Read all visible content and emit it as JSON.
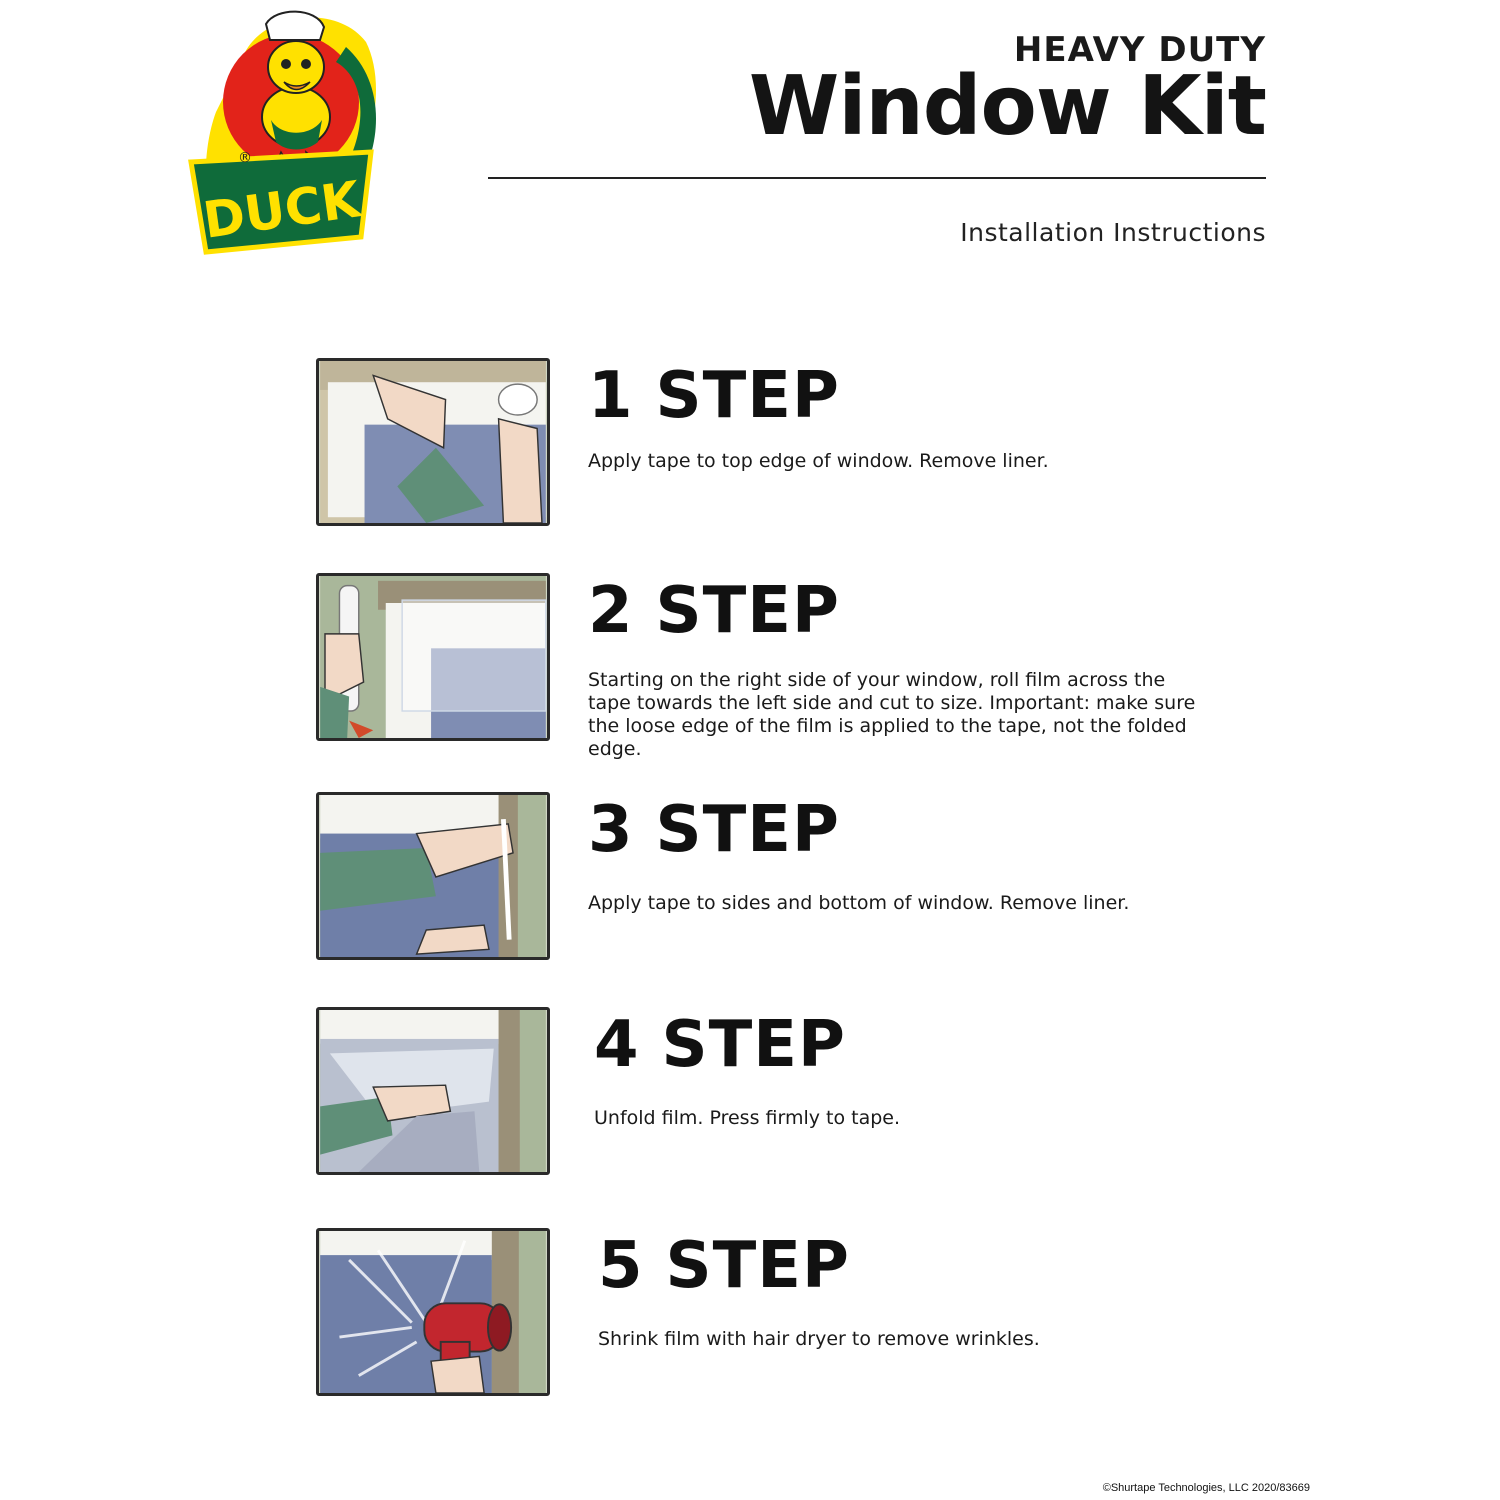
{
  "brand": {
    "logo_text": "DUCK",
    "registered_mark": "®",
    "colors": {
      "red": "#e2231a",
      "green": "#0f6b3a",
      "yellow": "#ffe100"
    }
  },
  "header": {
    "kicker": "HEAVY DUTY",
    "title": "Window Kit",
    "subtitle": "Installation Instructions"
  },
  "steps": [
    {
      "number": "1",
      "label": "STEP",
      "text": "Apply tape to top edge of window. Remove liner."
    },
    {
      "number": "2",
      "label": "STEP",
      "text": "Starting on the right side of your window, roll film across the tape towards the left side and cut to size.  Important:  make sure the loose edge of the film is applied to the tape, not the folded edge."
    },
    {
      "number": "3",
      "label": "STEP",
      "text": "Apply tape to sides and bottom of window. Remove liner."
    },
    {
      "number": "4",
      "label": "STEP",
      "text": "Unfold film. Press firmly to tape."
    },
    {
      "number": "5",
      "label": "STEP",
      "text": "Shrink film with hair dryer to remove wrinkles."
    }
  ],
  "footer": {
    "copyright": "©Shurtape Technologies, LLC  2020/83669"
  }
}
